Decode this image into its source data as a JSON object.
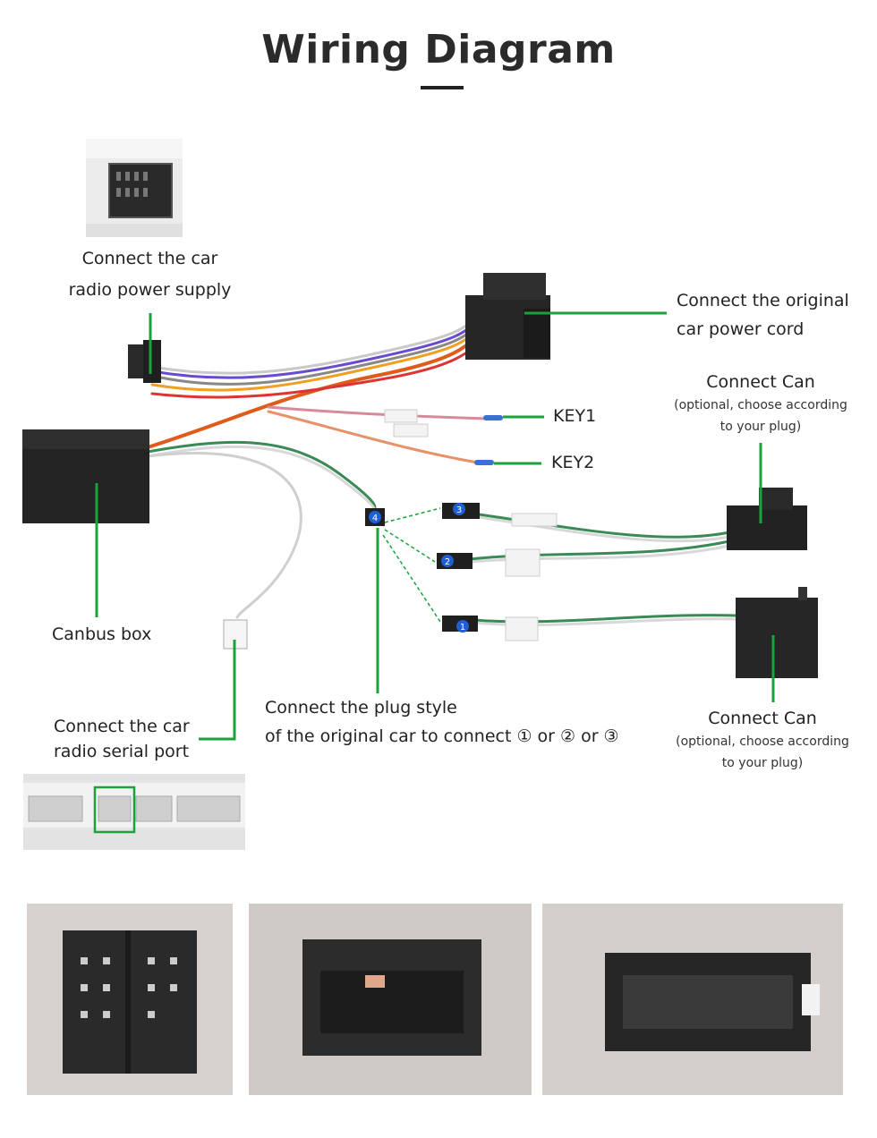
{
  "title": "Wiring Diagram",
  "labels": {
    "radio_power": [
      "Connect the car",
      "radio power supply"
    ],
    "original_power": [
      "Connect the original",
      "car power cord"
    ],
    "key1": "KEY1",
    "key2": "KEY2",
    "can_top": {
      "title": "Connect Can",
      "note": [
        "(optional, choose according",
        "to your plug)"
      ]
    },
    "can_bottom": {
      "title": "Connect Can",
      "note": [
        "(optional, choose according",
        "to your plug)"
      ]
    },
    "canbus_box": "Canbus box",
    "serial_port": [
      "Connect the car",
      "radio serial port"
    ],
    "plug_style": [
      "Connect the plug style",
      "of the original car to connect ① or ② or ③"
    ]
  },
  "connector_numbers": [
    "1",
    "2",
    "3",
    "4"
  ],
  "colors": {
    "accent": "#1aa33a",
    "marker": "#1f5fd6",
    "block": "#222222"
  }
}
